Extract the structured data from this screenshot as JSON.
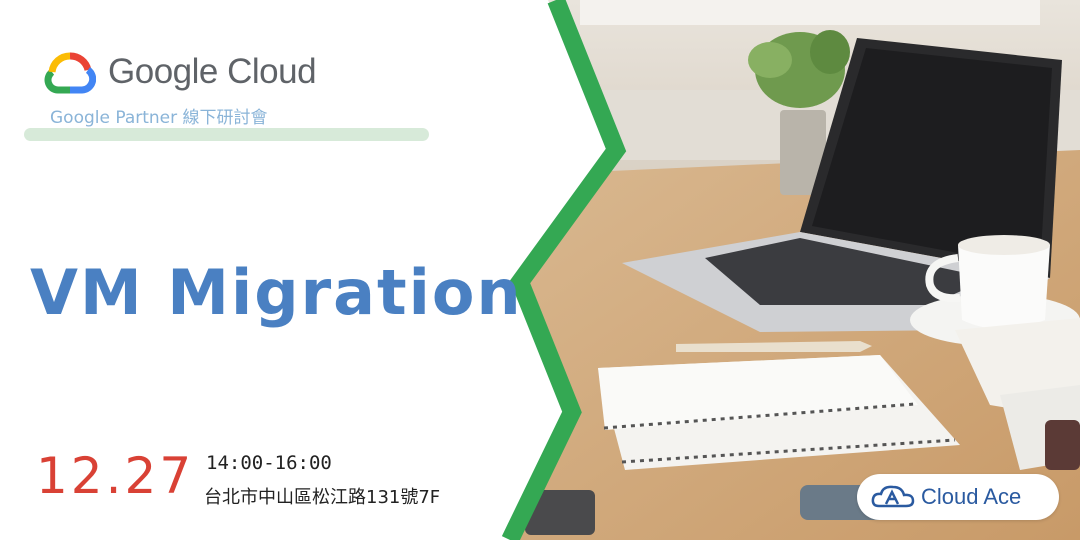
{
  "brand": {
    "google_cloud_wordmark": "Google Cloud",
    "subtitle": "Google Partner 線下研討會",
    "logo_icon": "google-cloud-icon"
  },
  "event": {
    "title": "VM Migration",
    "date": "12.27",
    "time": "14:00-16:00",
    "address": "台北市中山區松江路131號7F"
  },
  "partner": {
    "name": "Cloud Ace",
    "logo_icon": "cloud-ace-icon"
  },
  "colors": {
    "title_blue": "#4a80c2",
    "date_red": "#d94135",
    "divider_green": "#34a853",
    "subtitle_blue": "#8ab4d8",
    "accent_bar": "#d7ead9"
  }
}
